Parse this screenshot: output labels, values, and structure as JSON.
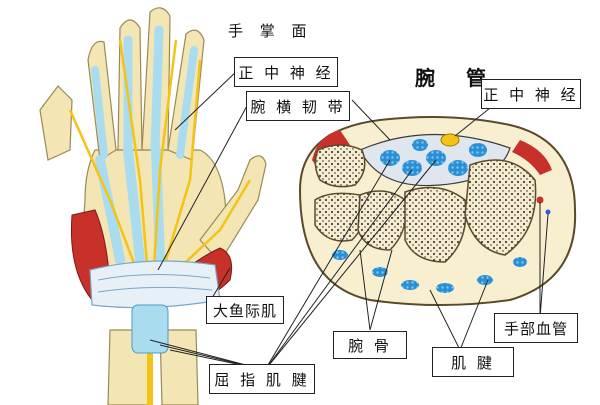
{
  "labels": {
    "palm_side": "手 掌 面",
    "carpal_tunnel": "腕 管",
    "median_nerve_left": "正 中 神 经",
    "median_nerve_right": "正 中 神 经",
    "transverse_ligament": "腕 横 韧 带",
    "thenar_muscle": "大鱼际肌",
    "flexor_tendons": "屈 指 肌 腱",
    "carpal_bones": "腕 骨",
    "tendons": "肌 腱",
    "hand_vessels": "手部血管"
  },
  "colors": {
    "bone": "#f3e6b4",
    "bone_outline": "#9a8a55",
    "tendon": "#a9dcef",
    "tendon_outline": "#4e9cc4",
    "nerve": "#f5c216",
    "muscle": "#c8302a",
    "ligament": "#e8f0f7",
    "blue_dot": "#2b8fd6",
    "cross_fill": "#f7efd0",
    "cross_outline": "#5a4a2a"
  }
}
